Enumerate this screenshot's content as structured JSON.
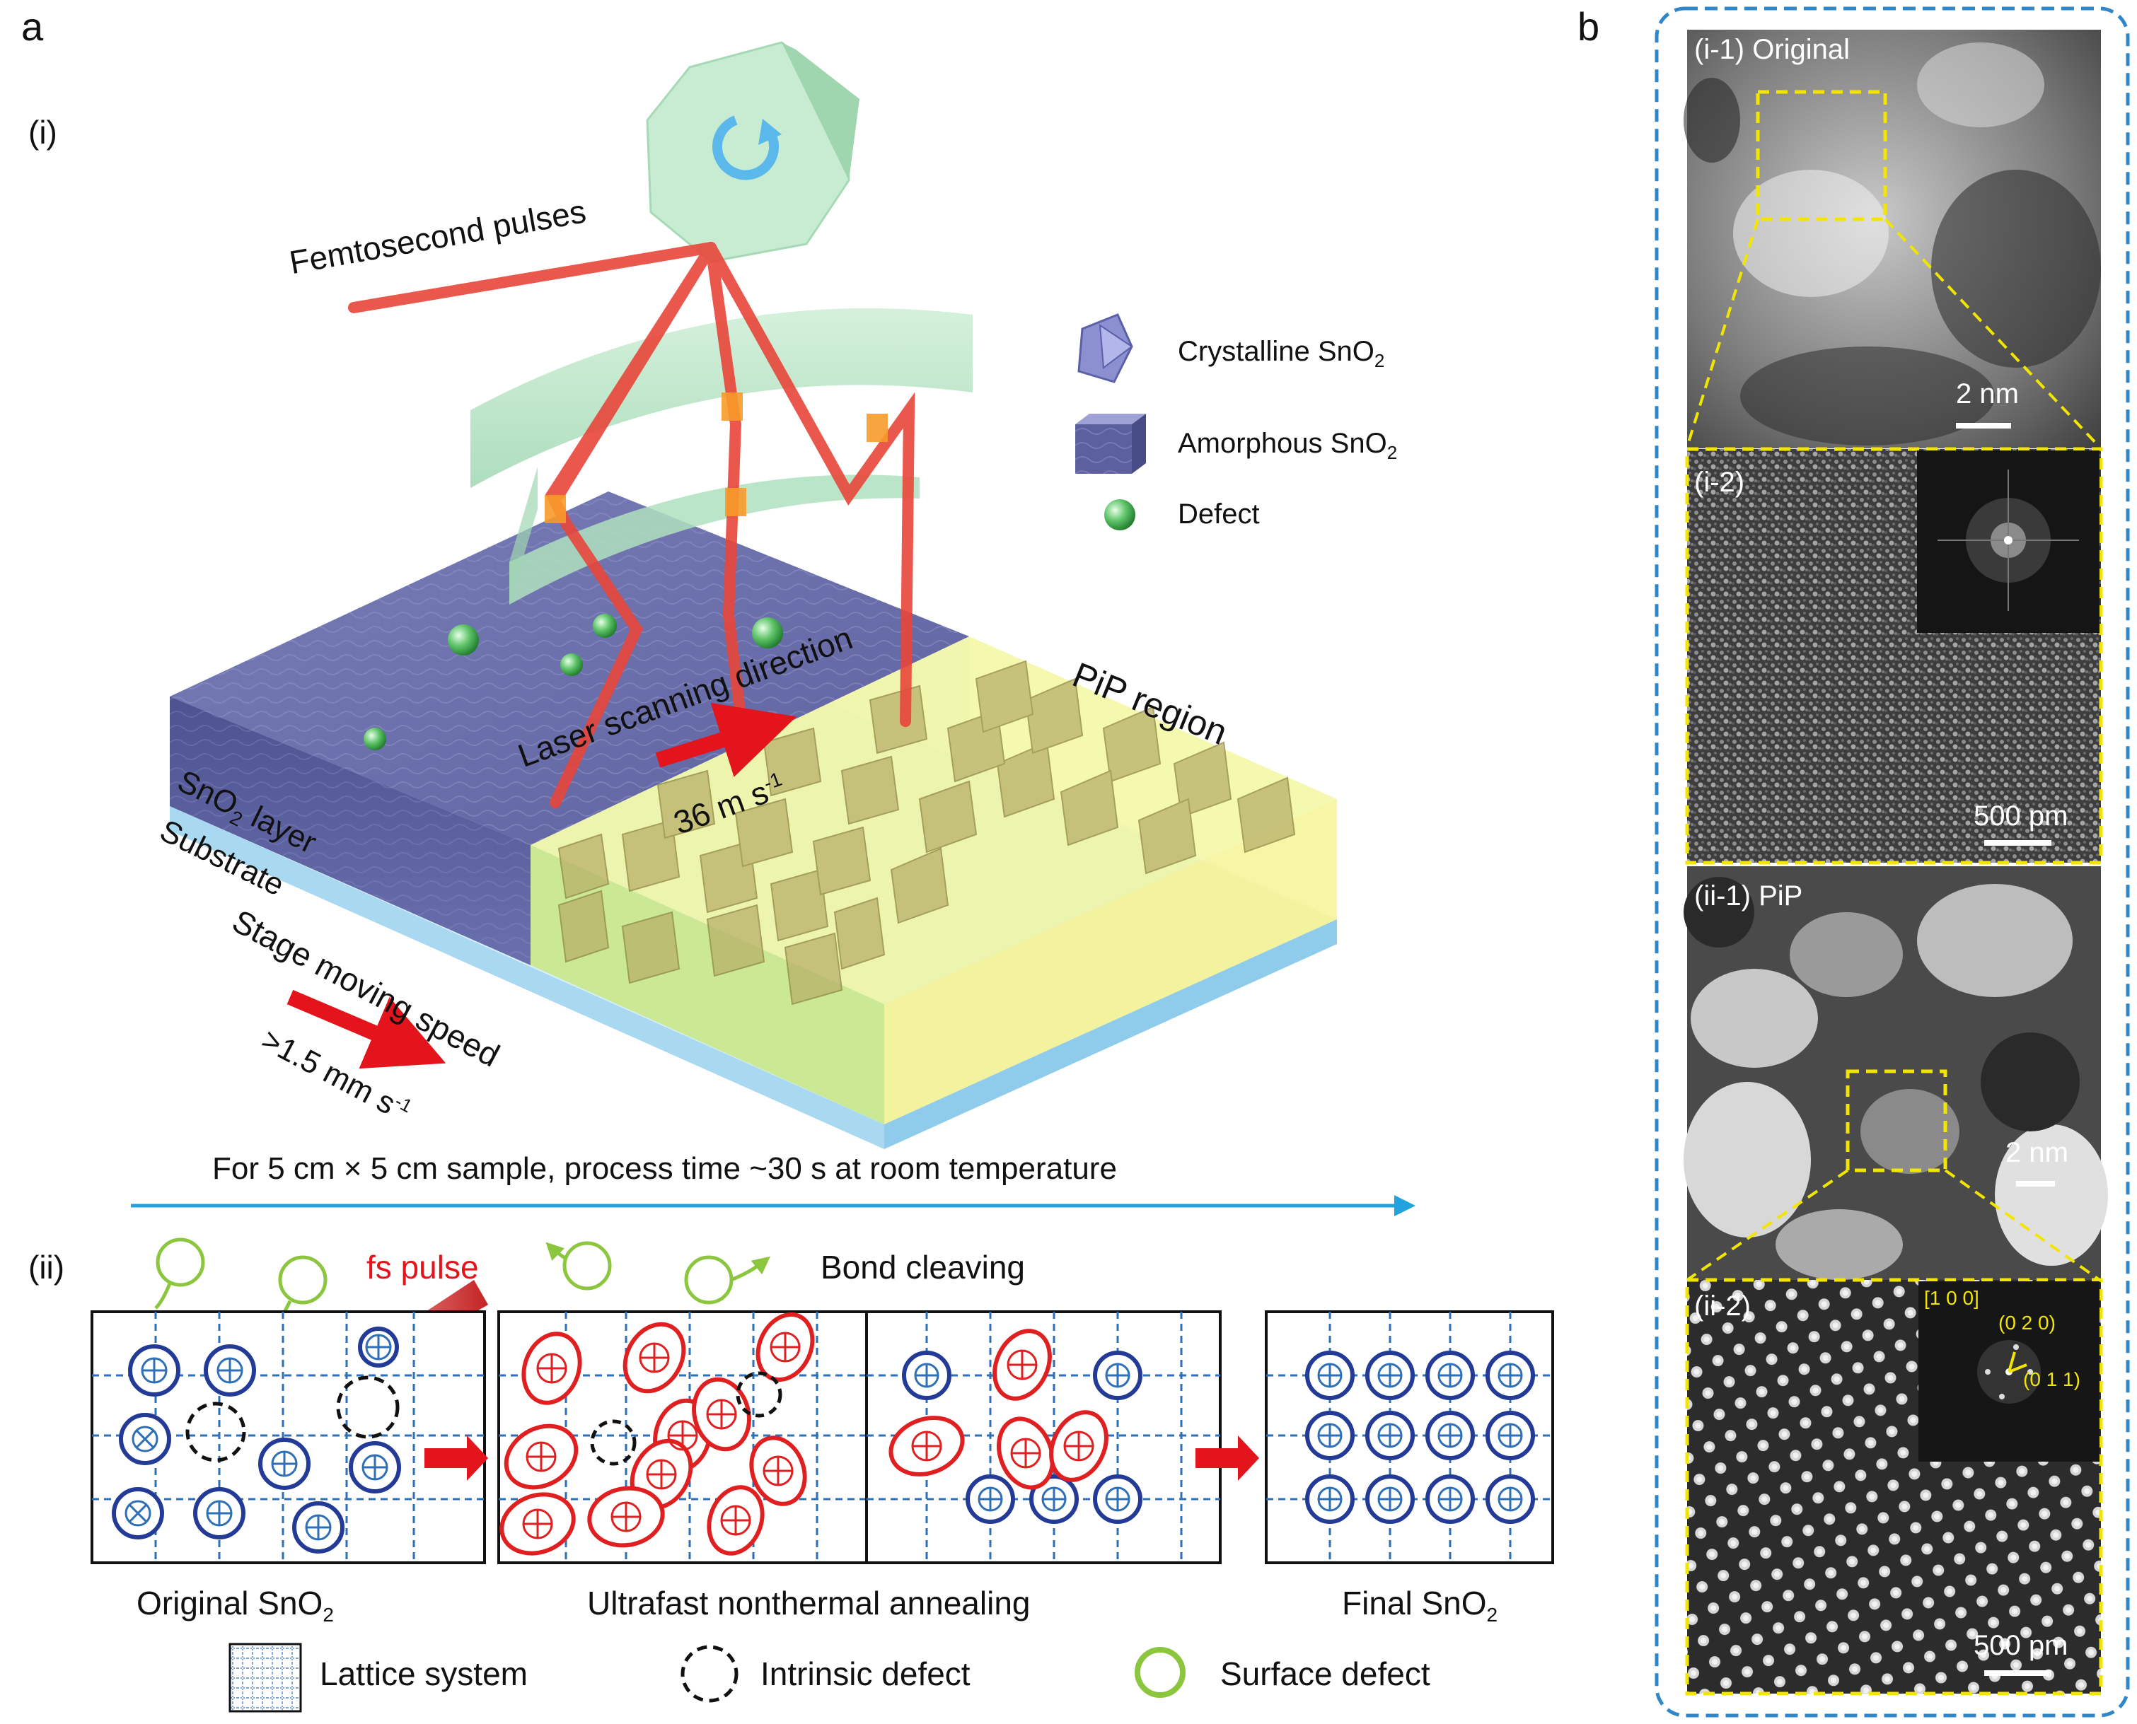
{
  "panel_a": {
    "letter": "a",
    "sub_i": "(i)",
    "sub_ii": "(ii)",
    "femtosecond": "Femtosecond pulses",
    "legend": {
      "crystalline_prefix": "Crystalline SnO",
      "amorphous_prefix": "Amorphous SnO",
      "sub2": "2",
      "defect": "Defect"
    },
    "laser_scanning": "Laser scanning direction",
    "speed_value": "36 m s",
    "speed_exp": "-1",
    "pip_region": "PiP region",
    "sno2_prefix": "SnO",
    "sno2_suffix": " layer",
    "sub2": "2",
    "substrate": "Substrate",
    "stage_moving": "Stage moving speed",
    "stage_speed": ">1.5 mm s",
    "stage_exp": "-1",
    "process_note": "For 5 cm × 5 cm sample, process time ~30 s at room temperature"
  },
  "panel_ii": {
    "fs_pulse": "fs pulse",
    "bond_cleaving": "Bond cleaving",
    "original_prefix": "Original SnO",
    "ultrafast": "Ultrafast nonthermal annealing",
    "final_prefix": "Final SnO",
    "sub2": "2",
    "legend_lattice": "Lattice system",
    "legend_intrinsic": "Intrinsic  defect",
    "legend_surface": "Surface defect"
  },
  "panel_b": {
    "letter": "b",
    "i1": "(i-1) Original",
    "i1_scale": "2 nm",
    "i2": "(i-2)",
    "i2_scale": "500 pm",
    "ii1": "(ii-1) PiP",
    "ii1_scale": "2 nm",
    "ii2": "(ii-2)",
    "ii2_scale": "500 pm",
    "fft_100": "[1 0 0]",
    "fft_020": "(0 2 0)",
    "fft_011": "(0 1 1)"
  },
  "colors": {
    "laser": "#e8463a",
    "green_optic": "#b8e6c4",
    "sno2_layer": "#5a5f9e",
    "substrate": "#bfe3f7",
    "pip_yellow": "#f3f08a",
    "arrow_red": "#e3141b",
    "process_arrow": "#22a3df",
    "lattice_blue": "#1f5aa8",
    "defect_red": "#e02020",
    "surface_green": "#8cc63f",
    "frame_blue": "#2f86c8",
    "tem_yellow": "#f2e600"
  }
}
